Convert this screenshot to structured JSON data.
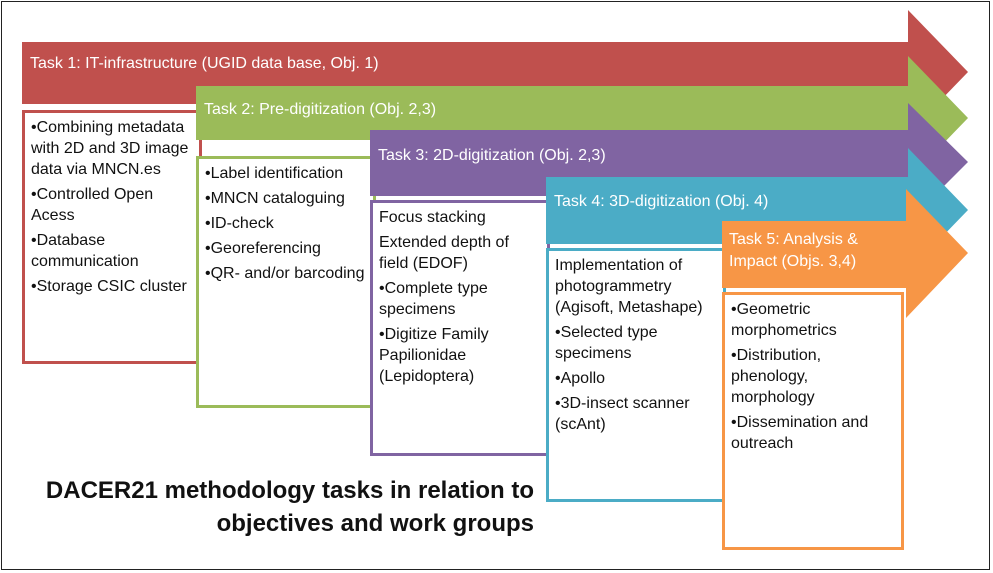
{
  "colors": {
    "task1": "#c0504d",
    "task2": "#9bbb59",
    "task3": "#8064a2",
    "task4": "#4bacc6",
    "task5": "#f79646"
  },
  "tasks": [
    {
      "title": "Task 1: IT-infrastructure (UGID data base, Obj. 1)",
      "items": [
        "•Combining metadata with 2D and 3D image data via MNCN.es",
        "•Controlled Open Acess",
        "•Database communication",
        "•Storage CSIC cluster"
      ]
    },
    {
      "title": "Task 2: Pre-digitization (Obj. 2,3)",
      "items": [
        "•Label identification",
        "•MNCN cataloguing",
        "•ID-check",
        "•Georeferencing",
        "•QR- and/or barcoding"
      ]
    },
    {
      "title": "Task 3: 2D-digitization (Obj. 2,3)",
      "items": [
        "Focus stacking",
        "Extended depth of field (EDOF)",
        "•Complete type specimens",
        "•Digitize Family Papilionidae (Lepidoptera)"
      ]
    },
    {
      "title": "Task 4: 3D-digitization (Obj. 4)",
      "items": [
        "Implementation of photogrammetry (Agisoft, Metashape)",
        "•Selected type specimens",
        "•Apollo",
        "•3D-insect scanner (scAnt)"
      ]
    },
    {
      "title": "Task 5: Analysis & Impact (Objs. 3,4)",
      "items": [
        "•Geometric morphometrics",
        "•Distribution, phenology, morphology",
        "•Dissemination and outreach"
      ]
    }
  ],
  "caption": "DACER21 methodology tasks in relation to objectives and work groups"
}
